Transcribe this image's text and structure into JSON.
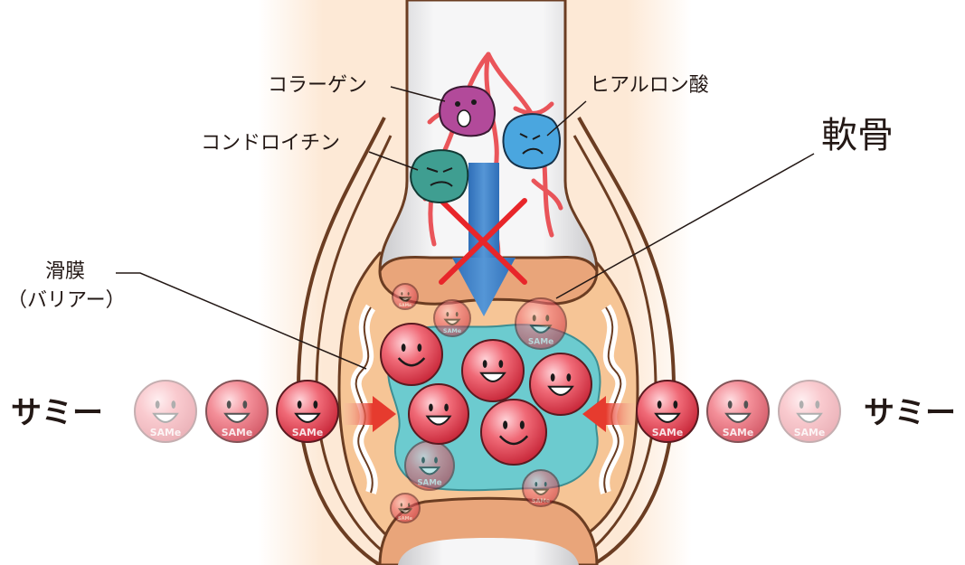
{
  "labels": {
    "collagen": "コラーゲン",
    "hyaluronic_acid": "ヒアルロン酸",
    "chondroitin": "コンドロイチン",
    "cartilage": "軟骨",
    "synovium": "滑膜",
    "barrier": "（バリアー）",
    "sammy_left": "サミー",
    "sammy_right": "サミー"
  },
  "ball_text": "SAMe",
  "colors": {
    "skin": "#fbe6d2",
    "bone": "#e4e4e6",
    "cartilage": "#e9a57a",
    "synovial_fluid": "#6ccbcf",
    "capsule": "#f6c596",
    "outline": "#6b3d22",
    "sammy_red": "#e9505f",
    "blocked_arrow": "#3b7cc4",
    "cross": "#e8262a",
    "inflow_arrow": "#e63b2e",
    "collagen": "#b24a9a",
    "hyaluronic": "#4aa6df",
    "chondroitin": "#3f9e91"
  },
  "icons": {
    "blocked": "blocked-cross-icon",
    "inflow": "arrow-right-icon"
  }
}
